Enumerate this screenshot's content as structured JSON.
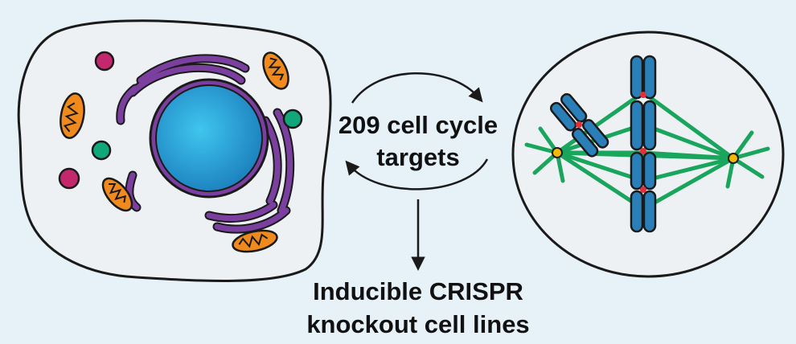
{
  "labels": {
    "cycle_line1": "209 cell cycle",
    "cycle_line2": "targets",
    "knockout_line1": "Inducible CRISPR",
    "knockout_line2": "knockout cell lines"
  },
  "colors": {
    "background": "#e6f1f8",
    "cell_fill": "#eef1f4",
    "outline": "#1a1a1a",
    "nucleus": "#1fa7d4",
    "er_golgi": "#7b3fa0",
    "mitochondria": "#f08a1c",
    "vesicle_pink": "#c2286b",
    "vesicle_green": "#10a878",
    "chromosome": "#2a7fb8",
    "centromere": "#e0303a",
    "spindle": "#19a55c",
    "centrosome": "#f5b800"
  }
}
